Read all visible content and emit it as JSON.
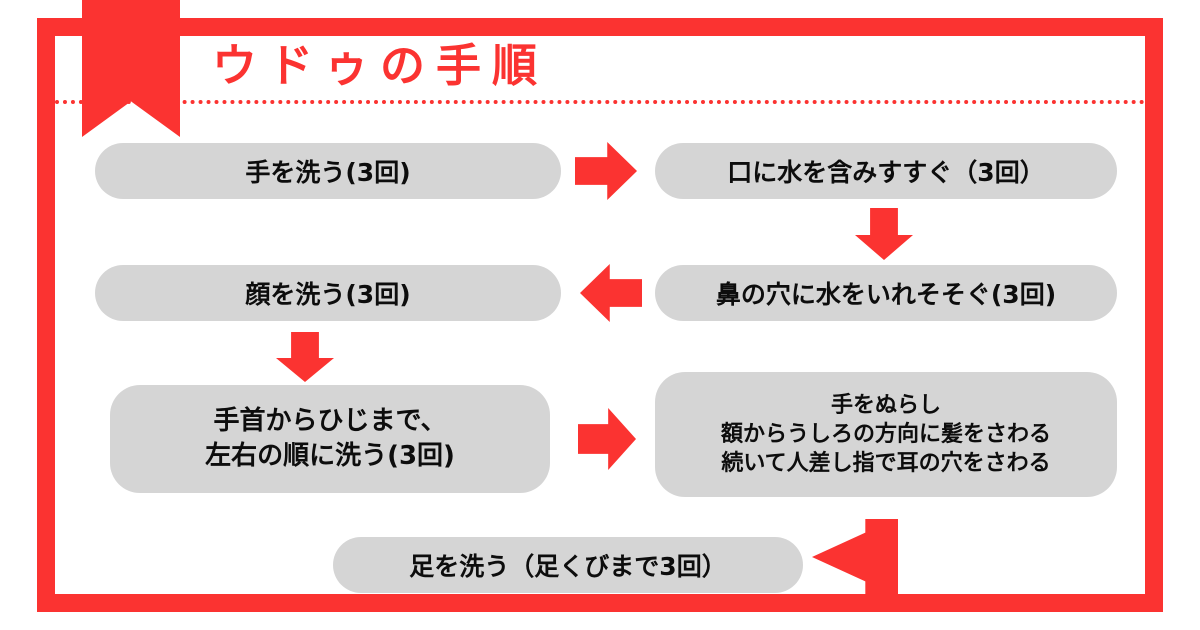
{
  "poster": {
    "title": "ウドゥの手順",
    "colors": {
      "accent_red": "#fb3331",
      "pill_gray": "#d5d5d5",
      "text_black": "#0d0d0d",
      "background": "#ffffff"
    }
  },
  "steps": [
    {
      "id": "wash-hands",
      "order": 1,
      "lines": [
        "手を洗う(3回)"
      ]
    },
    {
      "id": "rinse-mouth",
      "order": 2,
      "lines": [
        "口に水を含みすすぐ（3回）"
      ]
    },
    {
      "id": "rinse-nose",
      "order": 3,
      "lines": [
        "鼻の穴に水をいれそそぐ(3回)"
      ]
    },
    {
      "id": "wash-face",
      "order": 4,
      "lines": [
        "顔を洗う(3回)"
      ]
    },
    {
      "id": "wash-arms",
      "order": 5,
      "lines": [
        "手首からひじまで、",
        "左右の順に洗う(3回)"
      ]
    },
    {
      "id": "head-ears",
      "order": 6,
      "lines": [
        "手をぬらし",
        "額からうしろの方向に髪をさわる",
        "続いて人差し指で耳の穴をさわる"
      ]
    },
    {
      "id": "wash-feet",
      "order": 7,
      "lines": [
        "足を洗う（足くびまで3回）"
      ]
    }
  ],
  "connectors": [
    {
      "id": "hands-to-mouth",
      "direction": "right"
    },
    {
      "id": "mouth-to-nose",
      "direction": "down"
    },
    {
      "id": "nose-to-face",
      "direction": "left"
    },
    {
      "id": "face-to-arms",
      "direction": "down"
    },
    {
      "id": "arms-to-head",
      "direction": "right"
    },
    {
      "id": "head-to-feet",
      "direction": "bend-down-left"
    }
  ]
}
